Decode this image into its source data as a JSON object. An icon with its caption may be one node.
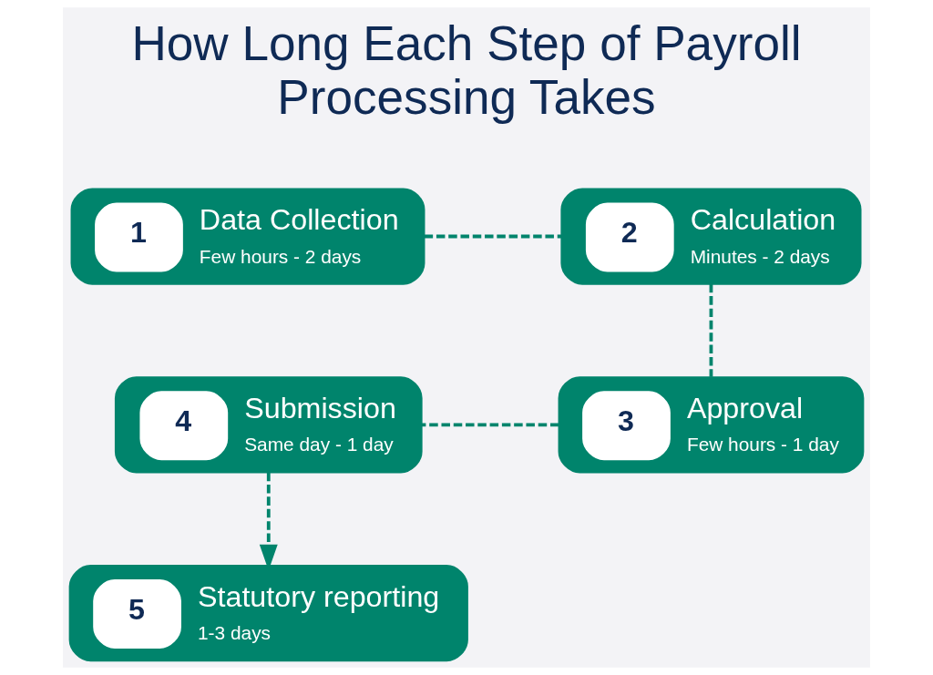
{
  "diagram": {
    "title": "How Long Each Step of Payroll Processing Takes",
    "nodes": [
      {
        "text": [
          "1",
          "Data Collection",
          "Few hours - 2 days"
        ]
      },
      {
        "text": [
          "2",
          "Calculation",
          "Minutes - 2 days"
        ]
      },
      {
        "text": [
          "3",
          "Approval",
          "Few hours - 1 day"
        ]
      },
      {
        "text": [
          "4",
          "Submission",
          "Same day - 1 day"
        ]
      },
      {
        "text": [
          "5",
          "Statutory reporting",
          "1-3 days"
        ]
      }
    ],
    "edges": [
      {
        "from": 0,
        "to": 1,
        "arrow": "none",
        "style": "dashed"
      },
      {
        "from": 1,
        "to": 2,
        "arrow": "none",
        "style": "dashed"
      },
      {
        "from": 2,
        "to": 3,
        "arrow": "none",
        "style": "dashed"
      },
      {
        "from": 3,
        "to": 4,
        "arrow": "to",
        "style": "dashed"
      }
    ]
  }
}
